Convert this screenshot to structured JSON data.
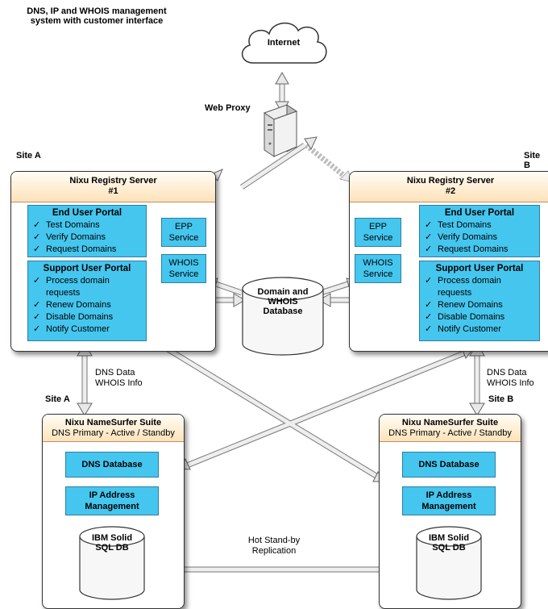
{
  "title": "DNS, IP and WHOIS management system with customer interface",
  "internet": "Internet",
  "web_proxy": "Web Proxy",
  "site_a": "Site A",
  "site_b": "Site B",
  "server1": {
    "title_line1": "Nixu Registry Server",
    "title_line2": "#1",
    "end_user_portal": {
      "title": "End User Portal",
      "items": [
        "Test Domains",
        "Verify Domains",
        "Request Domains"
      ]
    },
    "support_user_portal": {
      "title": "Support User Portal",
      "items": [
        "Process domain requests",
        "Renew Domains",
        "Disable Domains",
        "Notify Customer"
      ]
    },
    "epp_service": "EPP Service",
    "whois_service": "WHOIS Service"
  },
  "server2": {
    "title_line1": "Nixu Registry Server",
    "title_line2": "#2",
    "end_user_portal": {
      "title": "End User Portal",
      "items": [
        "Test Domains",
        "Verify Domains",
        "Request Domains"
      ]
    },
    "support_user_portal": {
      "title": "Support User Portal",
      "items": [
        "Process domain requests",
        "Renew Domains",
        "Disable Domains",
        "Notify Customer"
      ]
    },
    "epp_service": "EPP Service",
    "whois_service": "WHOIS Service"
  },
  "central_db": "Domain and WHOIS Database",
  "dns_flow_left": {
    "line1": "DNS Data",
    "line2": "WHOIS Info"
  },
  "dns_flow_right": {
    "line1": "DNS Data",
    "line2": "WHOIS Info"
  },
  "suite_a": {
    "title": "Nixu NameSurfer Suite",
    "subtitle": "DNS Primary - Active / Standby",
    "dns_database": "DNS Database",
    "ip_management": "IP Address Management",
    "sql_db": "IBM Solid SQL DB"
  },
  "suite_b": {
    "title": "Nixu NameSurfer Suite",
    "subtitle": "DNS Primary - Active / Standby",
    "dns_database": "DNS Database",
    "ip_management": "IP Address Management",
    "sql_db": "IBM Solid SQL DB"
  },
  "replication": {
    "line1": "Hot Stand-by",
    "line2": "Replication"
  },
  "check_mark": "✓"
}
